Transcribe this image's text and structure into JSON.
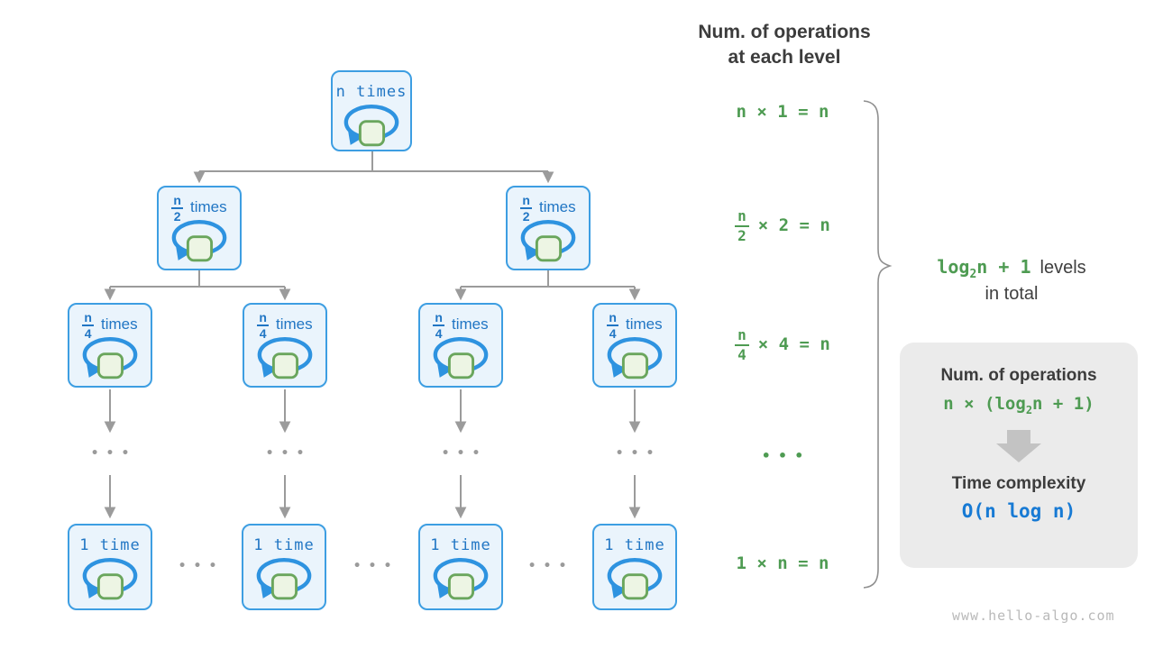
{
  "header": {
    "line1": "Num. of operations",
    "line2": "at each level"
  },
  "tree": {
    "root_label": "n times",
    "half": {
      "num": "n",
      "den": "2",
      "suffix": "times"
    },
    "quarter": {
      "num": "n",
      "den": "4",
      "suffix": "times"
    },
    "leaf_label": "1 time",
    "dots": "•••"
  },
  "ops": {
    "row1": "n × 1 = n",
    "row2": {
      "num": "n",
      "den": "2",
      "rest": "× 2 = n"
    },
    "row3": {
      "num": "n",
      "den": "4",
      "rest": "× 4 = n"
    },
    "dots": "•••",
    "row4": "1 × n = n"
  },
  "levels": {
    "math_pre": "log",
    "math_sub": "2",
    "math_post": "n + 1",
    "label1": "levels",
    "label2": "in total"
  },
  "box": {
    "title": "Num. of operations",
    "formula_pre": "n × (log",
    "formula_sub": "2",
    "formula_post": "n + 1)",
    "subtitle": "Time complexity",
    "result": "O(n log n)"
  },
  "watermark": "www.hello-algo.com",
  "colors": {
    "node_border": "#3d9ee2",
    "node_fill": "#eaf4fc",
    "node_text": "#2176c4",
    "loop_blue": "#2e93e0",
    "square_fill": "#edf5e4",
    "square_border": "#6aa65d",
    "connector_gray": "#9b9b9b",
    "green": "#4e9b52",
    "dark_text": "#3c3c3c",
    "result_blue": "#177ad4",
    "box_bg": "#ebebeb",
    "watermark_gray": "#b9b9b9"
  }
}
